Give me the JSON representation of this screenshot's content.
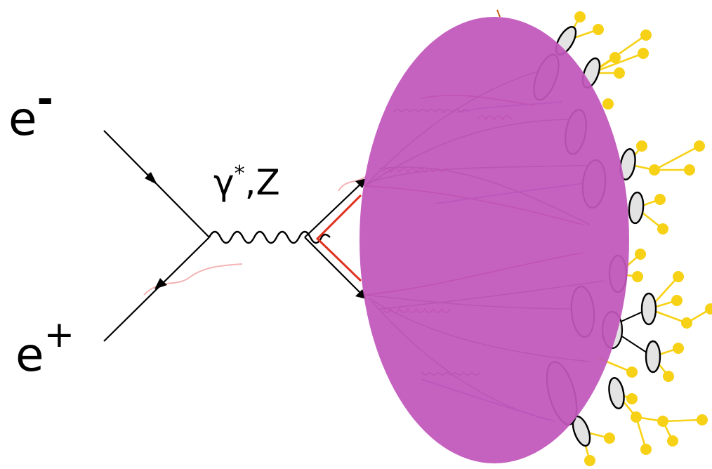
{
  "diagram": {
    "labels": {
      "electron": {
        "base": "e",
        "sup": "-"
      },
      "positron": {
        "base": "e",
        "sup": "+"
      },
      "boson": {
        "base": "γ",
        "sup": "*",
        "rest": ",Z"
      }
    }
  },
  "colors": {
    "line": "#000000",
    "quark_highlight": "#e0301e",
    "gluon": "#d0302a",
    "faint_red": "#f4a6a6",
    "blob": "#c156bb",
    "hadron_fill": "#e3e3e3",
    "final_particle": "#f7d116",
    "purple_jet": "#7c5cc8"
  }
}
